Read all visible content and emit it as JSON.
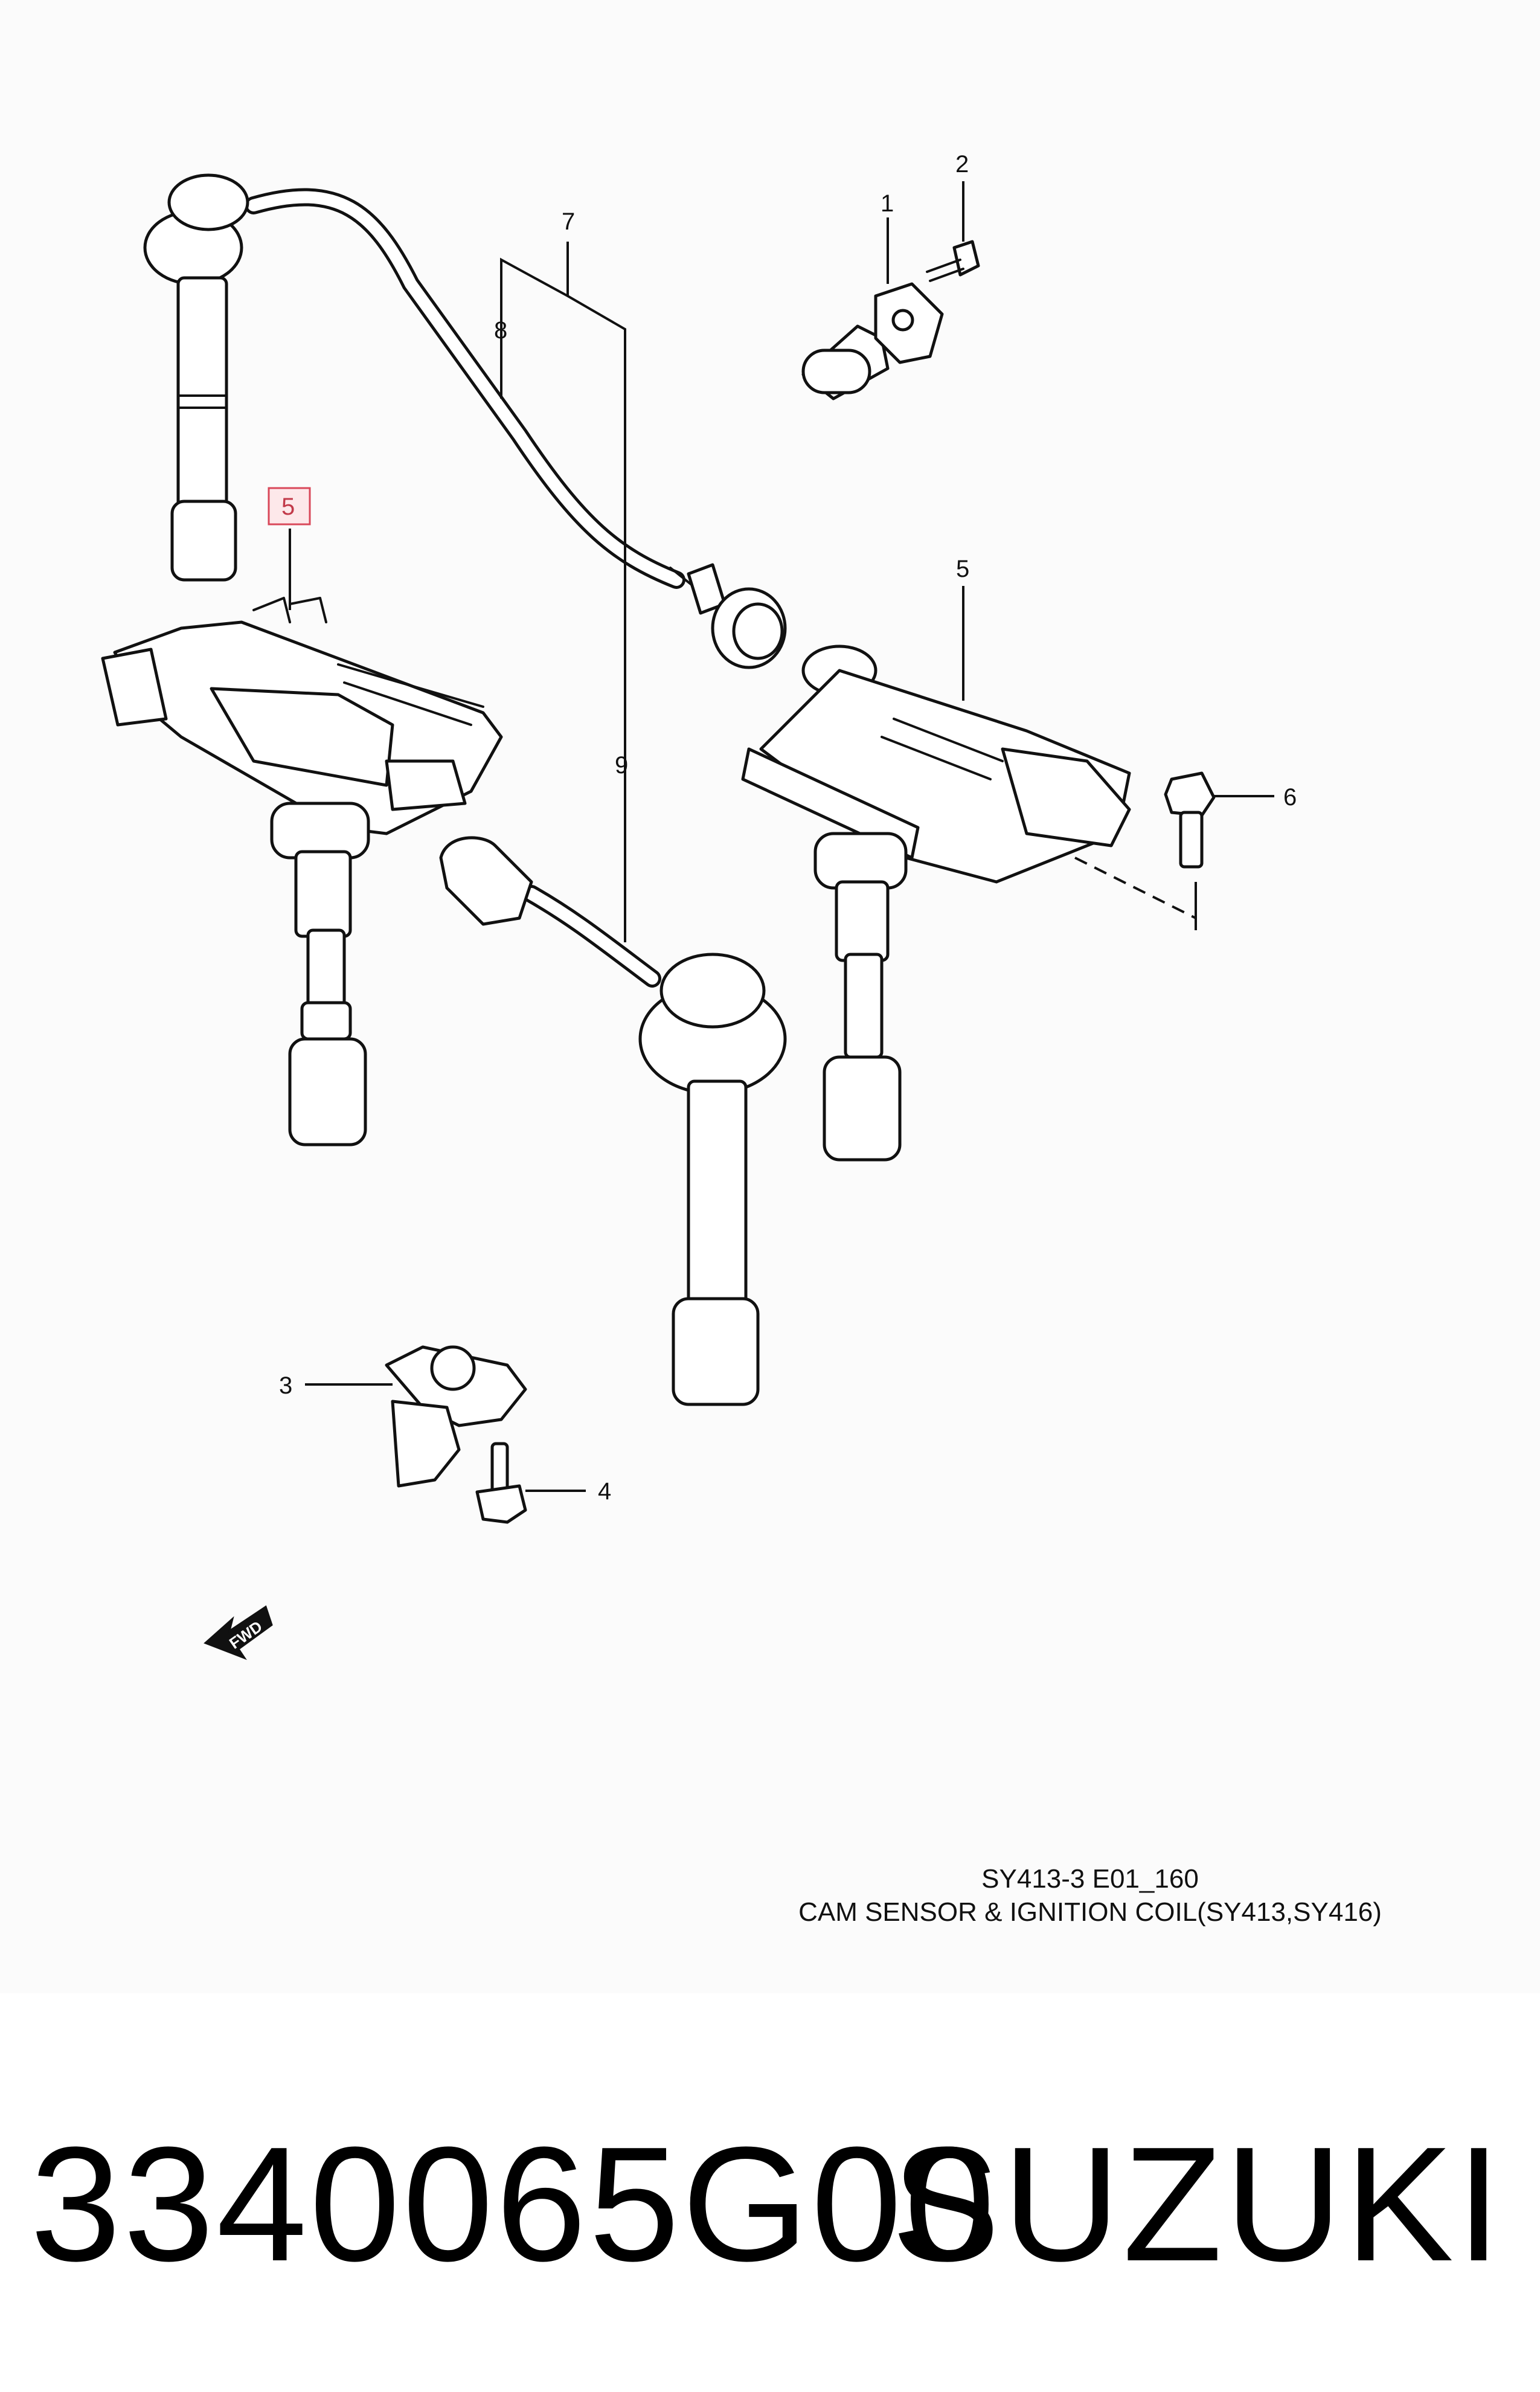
{
  "diagram": {
    "callouts": {
      "c1": "1",
      "c2": "2",
      "c3": "3",
      "c4": "4",
      "c5_highlighted": "5",
      "c5": "5",
      "c6": "6",
      "c7": "7",
      "c8": "8",
      "c9": "9"
    },
    "fwd_label": "FWD",
    "caption_code": "SY413-3 E01_160",
    "caption_title": "CAM SENSOR & IGNITION COIL(SY413,SY416)"
  },
  "footer": {
    "part_number": "3340065G00",
    "brand": "SUZUKI"
  },
  "colors": {
    "highlight_fill": "#fde8ea",
    "highlight_stroke": "#d9485a",
    "line": "#111111"
  }
}
